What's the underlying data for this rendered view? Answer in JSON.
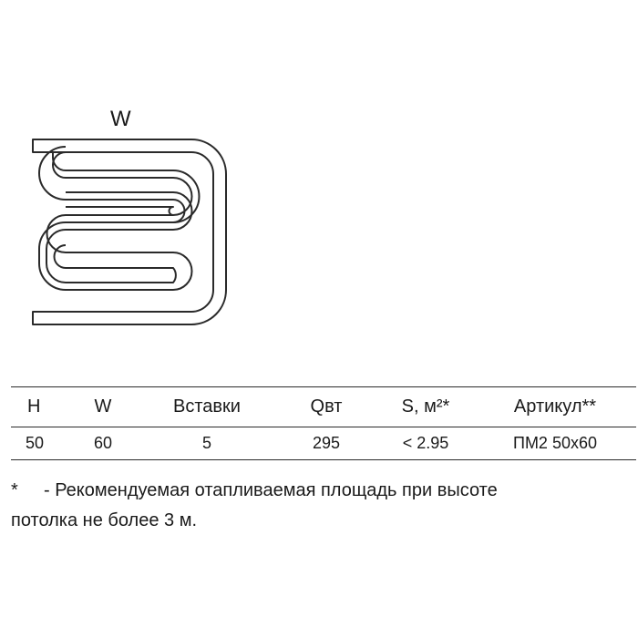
{
  "diagram": {
    "width_label": "W"
  },
  "specs_table": {
    "headers": [
      "H",
      "W",
      "Вставки",
      "Qвт",
      "S, м²*",
      "Артикул**"
    ],
    "rows": [
      [
        "50",
        "60",
        "5",
        "295",
        "< 2.95",
        "ПМ2 50х60"
      ]
    ]
  },
  "footnote": {
    "marker": "*",
    "text": "- Рекомендуемая отапливаемая площадь при высоте",
    "text_line2": "потолка не более 3 м."
  }
}
